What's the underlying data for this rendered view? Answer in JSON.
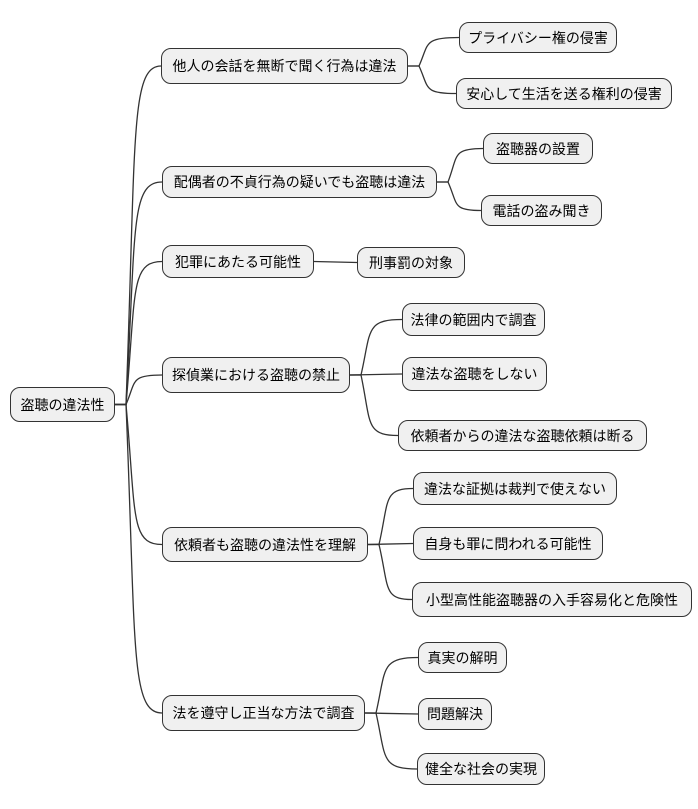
{
  "diagram": {
    "type": "mindmap",
    "root": {
      "label": "盗聴の違法性"
    },
    "branches": [
      {
        "label": "他人の会話を無断で聞く行為は違法",
        "children": [
          {
            "label": "プライバシー権の侵害"
          },
          {
            "label": "安心して生活を送る権利の侵害"
          }
        ]
      },
      {
        "label": "配偶者の不貞行為の疑いでも盗聴は違法",
        "children": [
          {
            "label": "盗聴器の設置"
          },
          {
            "label": "電話の盗み聞き"
          }
        ]
      },
      {
        "label": "犯罪にあたる可能性",
        "children": [
          {
            "label": "刑事罰の対象"
          }
        ]
      },
      {
        "label": "探偵業における盗聴の禁止",
        "children": [
          {
            "label": "法律の範囲内で調査"
          },
          {
            "label": "違法な盗聴をしない"
          },
          {
            "label": "依頼者からの違法な盗聴依頼は断る"
          }
        ]
      },
      {
        "label": "依頼者も盗聴の違法性を理解",
        "children": [
          {
            "label": "違法な証拠は裁判で使えない"
          },
          {
            "label": "自身も罪に問われる可能性"
          },
          {
            "label": "小型高性能盗聴器の入手容易化と危険性"
          }
        ]
      },
      {
        "label": "法を遵守し正当な方法で調査",
        "children": [
          {
            "label": "真実の解明"
          },
          {
            "label": "問題解決"
          },
          {
            "label": "健全な社会の実現"
          }
        ]
      }
    ],
    "colors": {
      "node_fill": "#f0f0f0",
      "node_border": "#333333",
      "edge": "#333333",
      "background": "#ffffff",
      "text": "#000000"
    }
  }
}
